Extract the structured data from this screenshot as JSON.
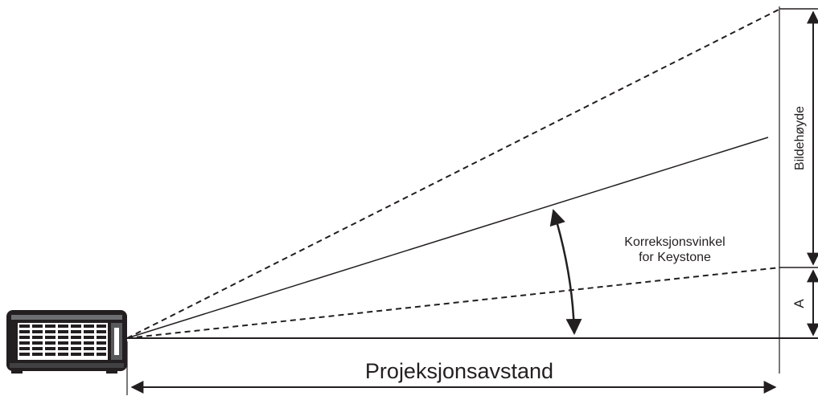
{
  "labels": {
    "image_height": "Bildehøyde",
    "keystone_line1": "Korreksjonsvinkel",
    "keystone_line2": "for Keystone",
    "offset_a": "A",
    "projection_distance": "Projeksjonsavstand"
  },
  "colors": {
    "line": "#231f20",
    "projector_body": "#231f20",
    "projector_highlight": "#ffffff"
  },
  "icons": {
    "projector": "projector-icon"
  }
}
